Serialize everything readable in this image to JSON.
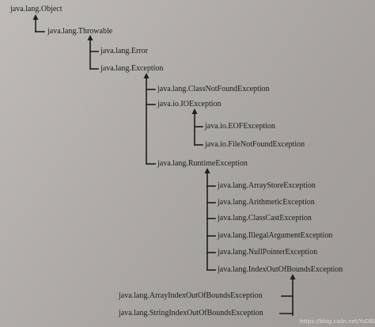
{
  "nodes": {
    "object": "java.lang.Object",
    "throwable": "java.lang.Throwable",
    "error": "java.lang.Error",
    "exception": "java.lang.Exception",
    "class_not_found": "java.lang.ClassNotFoundException",
    "io_exception": "java.io.IOException",
    "eof": "java.io.EOFException",
    "file_not_found": "java.io.FileNotFoundException",
    "runtime": "java.lang.RuntimeException",
    "array_store": "java.lang.ArrayStoreException",
    "arithmetic": "java.lang.ArithmeticException",
    "class_cast": "java.lang.ClassCastException",
    "illegal_argument": "java.lang.IllegalArgumentException",
    "null_pointer": "java.lang.NullPointerException",
    "index_out_of_bounds": "java.lang.IndexOutOfBoundsException",
    "array_index_out_of_bounds": "java.lang.ArrayIndexOutOfBoundsException",
    "string_index_out_of_bounds": "java.lang.StringIndexOutOfBoundsException"
  },
  "watermark": "https://blog.csdn.net/YuDBL"
}
